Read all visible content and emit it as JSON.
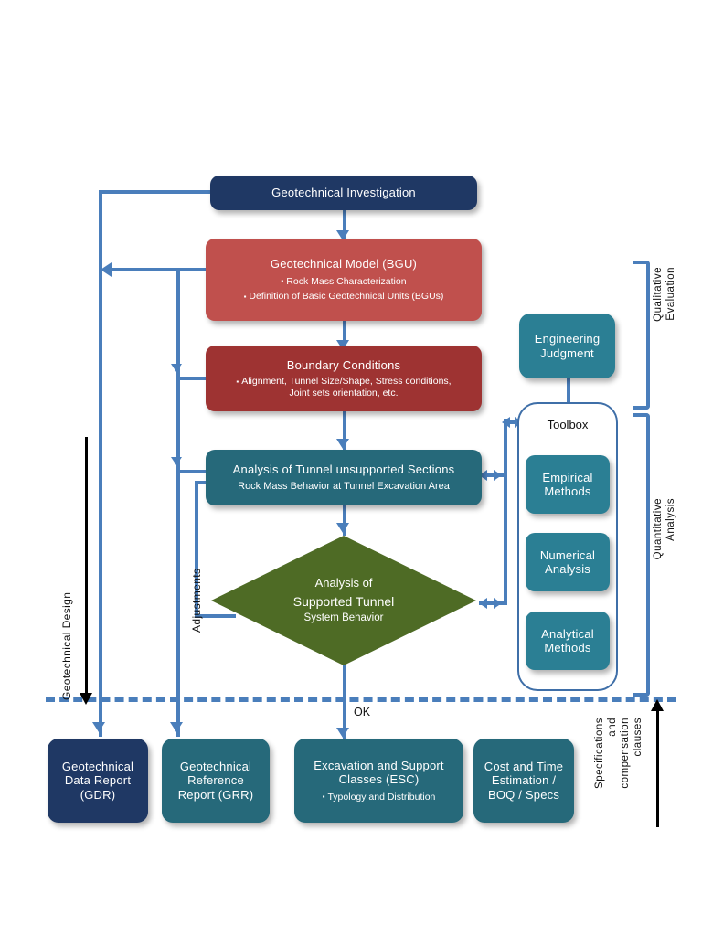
{
  "diagram": {
    "title": "Geotechnical Design Flowchart",
    "colors": {
      "navy": "#1f3864",
      "salmon": "#c0504d",
      "dark_red": "#9e3332",
      "teal": "#26697a",
      "toolbox_teal": "#2b7f94",
      "olive": "#4e6b25",
      "connector_blue": "#4a7ebb",
      "black": "#000000"
    },
    "nodes": {
      "geotech_investigation": {
        "title": "Geotechnical  Investigation"
      },
      "geotech_model": {
        "title": "Geotechnical Model  (BGU)",
        "bullets": [
          "Rock Mass Characterization",
          "Definition of Basic Geotechnical Units (BGUs)"
        ]
      },
      "boundary_conditions": {
        "title": "Boundary Conditions",
        "bullets": [
          "Alignment, Tunnel Size/Shape, Stress conditions,",
          "Joint sets orientation, etc."
        ]
      },
      "unsupported_analysis": {
        "title": "Analysis of Tunnel  unsupported  Sections",
        "subtitle": "Rock Mass Behavior at Tunnel Excavation Area"
      },
      "supported_analysis": {
        "line1": "Analysis of",
        "line2": "Supported Tunnel",
        "line3": "System Behavior"
      },
      "engineering_judgment": {
        "line1": "Engineering",
        "line2": "Judgment"
      },
      "toolbox": {
        "label": "Toolbox",
        "items": [
          {
            "line1": "Empirical",
            "line2": "Methods"
          },
          {
            "line1": "Numerical",
            "line2": "Analysis"
          },
          {
            "line1": "Analytical",
            "line2": "Methods"
          }
        ]
      }
    },
    "outputs": [
      {
        "line1": "Geotechnical",
        "line2": "Data Report",
        "line3": "(GDR)",
        "bullet": ""
      },
      {
        "line1": "Geotechnical",
        "line2": "Reference",
        "line3": "Report (GRR)",
        "bullet": ""
      },
      {
        "line1": "Excavation and Support",
        "line2": "Classes (ESC)",
        "line3": "",
        "bullet": "Typology and Distribution"
      },
      {
        "line1": "Cost and Time",
        "line2": "Estimation /",
        "line3": "BOQ / Specs",
        "bullet": ""
      }
    ],
    "labels": {
      "ok": "OK",
      "adjustments": "Adjustments",
      "geotechnical_design": "Geotechnical Design",
      "qualitative_evaluation": [
        "Qualitative",
        "Evaluation"
      ],
      "quantitative_analysis": [
        "Quantitative",
        "Analysis"
      ],
      "specifications": [
        "Specifications",
        "and",
        "compensation",
        "clauses"
      ]
    }
  }
}
